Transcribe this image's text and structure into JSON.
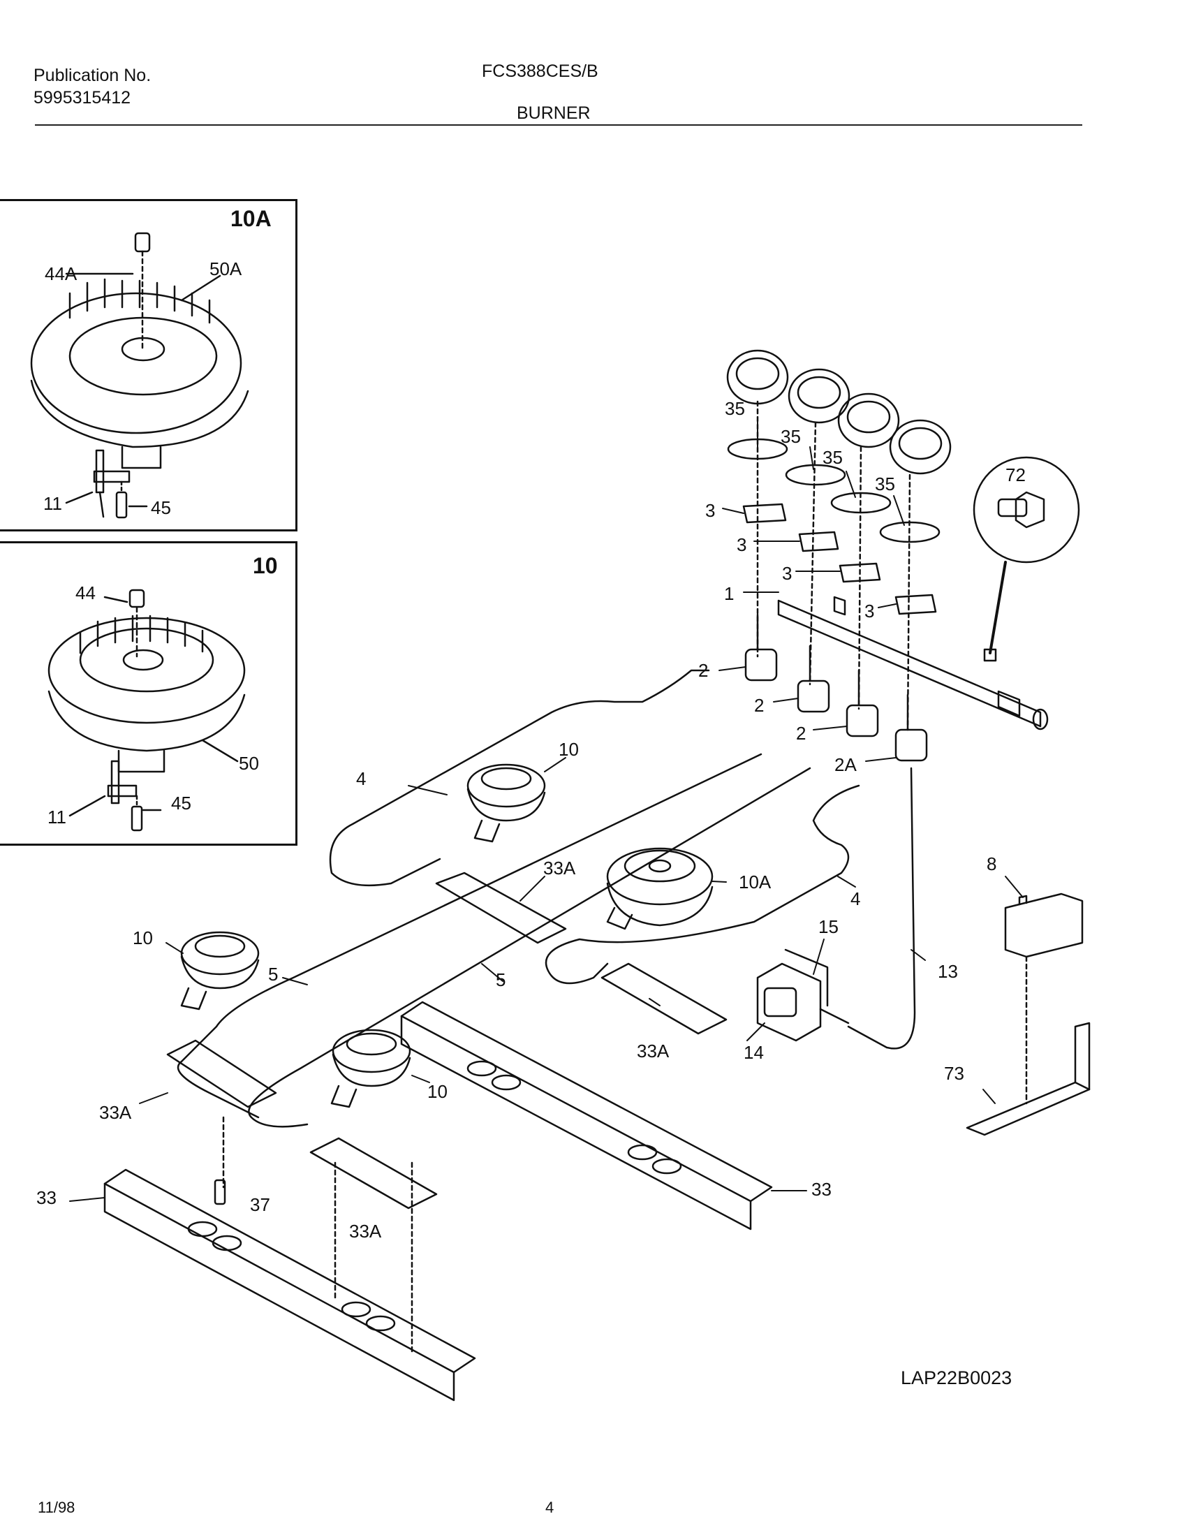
{
  "header": {
    "publication_label": "Publication No.",
    "publication_number": "5995315412",
    "model": "FCS388CES/B",
    "section": "BURNER"
  },
  "insets": {
    "top": {
      "title": "10A",
      "callouts": {
        "cap": "44A",
        "base": "50A",
        "electrode": "11",
        "screw": "45"
      }
    },
    "bottom": {
      "title": "10",
      "callouts": {
        "cap": "44",
        "base": "50",
        "electrode": "11",
        "screw": "45"
      }
    }
  },
  "callouts": {
    "knob_1": "35",
    "knob_2": "35",
    "knob_3": "35",
    "knob_4": "35",
    "bracket_1": "3",
    "bracket_2": "3",
    "bracket_3": "3",
    "bracket_4": "3",
    "manifold": "1",
    "valve_1": "2",
    "valve_2": "2",
    "valve_3": "2",
    "valve_4": "2A",
    "detail_72": "72",
    "tube_4_left": "4",
    "tube_4_right": "4",
    "burner_10_center": "10",
    "burner_10_left": "10",
    "burner_10_front": "10",
    "burner_10A": "10A",
    "shield_33A_center": "33A",
    "shield_33A_right": "33A",
    "shield_33A_left": "33A",
    "shield_33A_bottom": "33A",
    "tube_5_left": "5",
    "tube_5_center": "5",
    "igniter_8": "8",
    "regulator_15": "15",
    "regulator_14": "14",
    "tube_13": "13",
    "bracket_73": "73",
    "rail_33_left": "33",
    "rail_33_right": "33",
    "screw_37": "37"
  },
  "diagram_code": "LAP22B0023",
  "footer": {
    "date": "11/98",
    "page": "4"
  }
}
